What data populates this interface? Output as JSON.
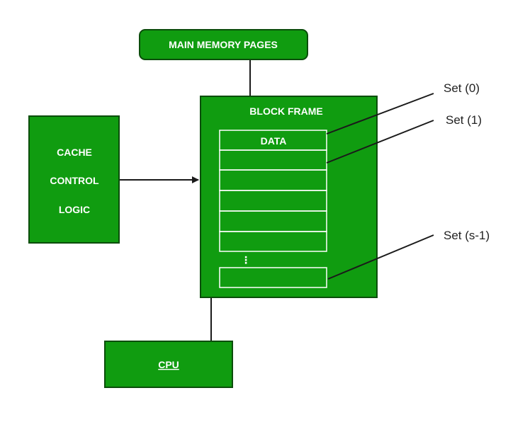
{
  "diagram": {
    "colors": {
      "box_fill": "#109c10",
      "box_stroke": "#0b4d0b",
      "line": "#1a1a1a",
      "slot_stroke": "#ffffff",
      "text_on_box": "#ffffff",
      "label_text": "#222222"
    },
    "main_memory_label": "MAIN MEMORY PAGES",
    "block_frame_label": "BLOCK FRAME",
    "cache_control": {
      "line1": "CACHE",
      "line2": "CONTROL",
      "line3": "LOGIC"
    },
    "cpu_label": "CPU",
    "data_label": "DATA",
    "ellipsis": "⋮",
    "set_labels": {
      "set0": "Set (0)",
      "set1": "Set (1)",
      "set_last": "Set (s-1)"
    }
  }
}
